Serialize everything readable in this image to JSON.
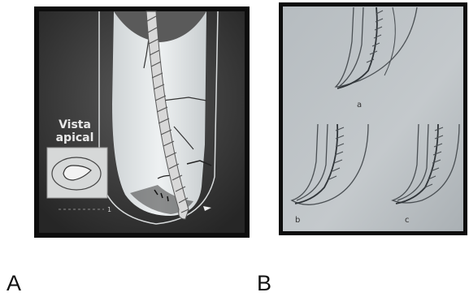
{
  "panel_a": {
    "inset_title_line1": "Vista",
    "inset_title_line2": "apical",
    "scale_marker": "1"
  },
  "panel_b": {
    "label_a": "a",
    "label_b": "b",
    "label_c": "c"
  },
  "captions": {
    "a": "A",
    "b": "B"
  }
}
